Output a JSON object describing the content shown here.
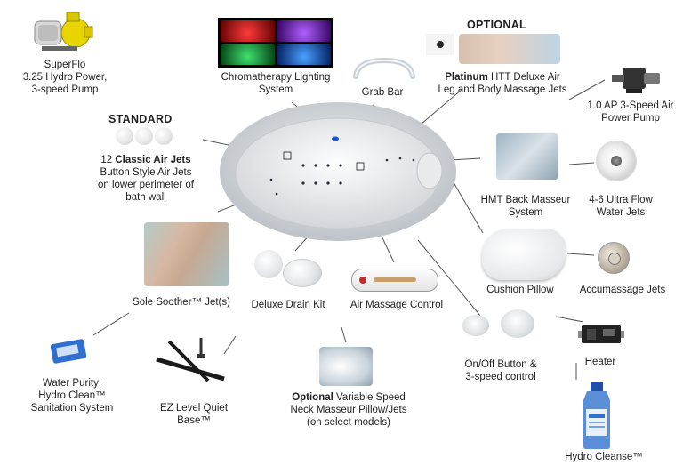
{
  "headers": {
    "standard": "STANDARD",
    "optional": "OPTIONAL"
  },
  "labels": {
    "pump_line1": "SuperFlo",
    "pump_line2": "3.25 Hydro Power,",
    "pump_line3": "3-speed Pump",
    "chroma_line1": "Chromatherapy Lighting",
    "chroma_line2": "System",
    "grab_bar": "Grab Bar",
    "platinum_bold": "Platinum",
    "platinum_line1": " HTT Deluxe Air",
    "platinum_line2": "Leg and Body Massage Jets",
    "air_pump_line1": "1.0 AP 3-Speed Air",
    "air_pump_line2": "Power Pump",
    "jets_prefix": "12 ",
    "jets_bold": "Classic Air Jets",
    "jets_line2": "Button Style Air Jets",
    "jets_line3": "on lower perimeter of",
    "jets_line4": "bath wall",
    "hmt_line1": "HMT Back Masseur",
    "hmt_line2": "System",
    "ultra_line1": "4-6 Ultra Flow",
    "ultra_line2": "Water Jets",
    "cushion": "Cushion Pillow",
    "accumassage": "Accumassage Jets",
    "sole": "Sole Soother™ Jet(s)",
    "drain": "Deluxe Drain Kit",
    "air_control": "Air Massage Control",
    "onoff_line1": "On/Off Button &",
    "onoff_line2": "3-speed control",
    "heater": "Heater",
    "purity_line1": "Water Purity:",
    "purity_line2": "Hydro Clean™",
    "purity_line3": "Sanitation System",
    "base_line1": "EZ Level Quiet",
    "base_line2": "Base™",
    "neck_bold": "Optional",
    "neck_line1": " Variable Speed",
    "neck_line2": "Neck Masseur Pillow/Jets",
    "neck_line3": "(on select models)",
    "cleanse": "Hydro Cleanse™"
  },
  "colors": {
    "pump_yellow": "#e8d400",
    "chroma": [
      "#d42020",
      "#8a2ad6",
      "#1aa84a",
      "#1f6fe0"
    ],
    "leader_line": "#555555",
    "cleanse_bottle": "#5a8fd8"
  },
  "icons": [
    "pump-icon",
    "chromatherapy-icon",
    "grab-bar-icon",
    "platinum-jet-icon",
    "air-pump-icon",
    "air-jet-icon",
    "bathtub-icon",
    "hmt-photo-icon",
    "ultra-flow-jet-icon",
    "cushion-pillow-icon",
    "accumassage-jet-icon",
    "sole-soother-icon",
    "drain-kit-icon",
    "air-control-icon",
    "onoff-button-icon",
    "heater-icon",
    "hydro-clean-icon",
    "level-base-icon",
    "neck-masseur-icon",
    "hydro-cleanse-bottle-icon"
  ]
}
